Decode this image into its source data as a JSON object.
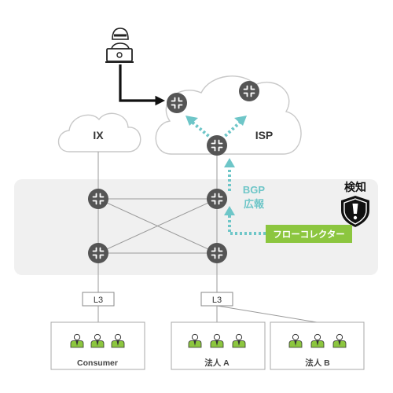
{
  "clouds": {
    "ix_label": "IX",
    "isp_label": "ISP"
  },
  "annotations": {
    "bgp_line1": "BGP",
    "bgp_line2": "広報",
    "detect_label": "検知",
    "flow_collector": "フローコレクター"
  },
  "l3": {
    "left": "L3",
    "right": "L3"
  },
  "customers": {
    "consumer": "Consumer",
    "corp_a": "法人 A",
    "corp_b": "法人 B"
  },
  "icons": {
    "attacker": "hacker-with-laptop-icon",
    "router": "router-icon",
    "shield": "shield-alert-icon",
    "user": "user-icon"
  },
  "colors": {
    "router_fill": "#555555",
    "cloud_stroke": "#cccccc",
    "network_bg": "#f0f0f0",
    "accent_teal": "#6ec6c8",
    "collector_green": "#8cc63f",
    "user_green": "#8cc63f",
    "line_gray": "#9a9a9a",
    "dark": "#111111"
  }
}
